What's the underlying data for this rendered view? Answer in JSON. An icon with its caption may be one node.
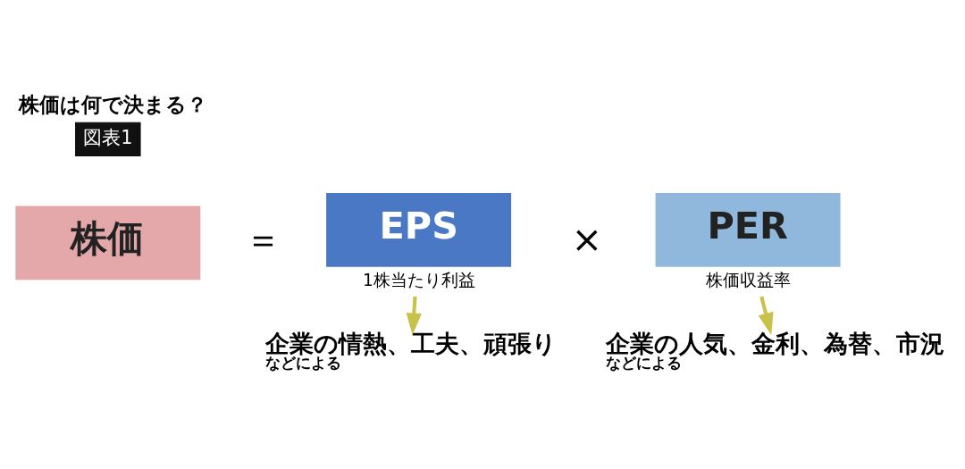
{
  "diagram": {
    "title": "株価は何で決まる？",
    "nodes": [
      {
        "text": [
          "株価"
        ]
      },
      {
        "text": [
          "EPS"
        ],
        "beside": [
          "1株当たり利益"
        ]
      },
      {
        "text": [
          "PER"
        ],
        "beside": [
          "株価収益率"
        ]
      },
      {
        "text": [
          "企業の情熱、工夫、頑張り",
          "などによる"
        ]
      },
      {
        "text": [
          "企業の人気、金利、為替、市況",
          "などによる"
        ]
      }
    ],
    "edges": [
      {
        "from": 1,
        "to": 3,
        "arrow": "to"
      },
      {
        "from": 2,
        "to": 4,
        "arrow": "to"
      }
    ],
    "labels": [
      "図表1",
      "＝",
      "×"
    ]
  }
}
